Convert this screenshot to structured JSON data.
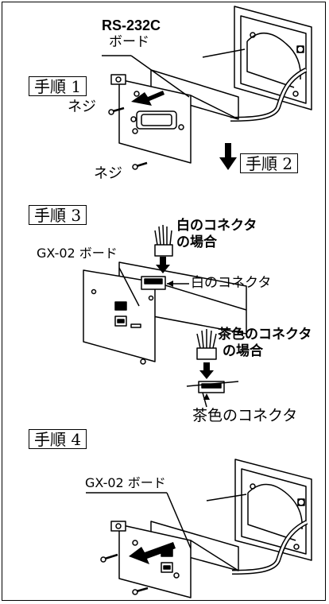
{
  "step1": {
    "label": "手順 1",
    "board_model": "RS-232C",
    "board_word": "ボード",
    "screw_top": "ネジ",
    "screw_bottom": "ネジ"
  },
  "step2": {
    "label": "手順 2"
  },
  "step3": {
    "label": "手順 3",
    "gx_board": "GX-02 ボード",
    "white_case_line1": "白のコネクタ",
    "white_case_line2": "の場合",
    "white_connector": "白のコネクタ",
    "brown_case_line1": "茶色のコネクタ",
    "brown_case_line2": "の場合",
    "brown_connector": "茶色のコネクタ"
  },
  "step4": {
    "label": "手順 4",
    "gx_board": "GX-02 ボード"
  }
}
